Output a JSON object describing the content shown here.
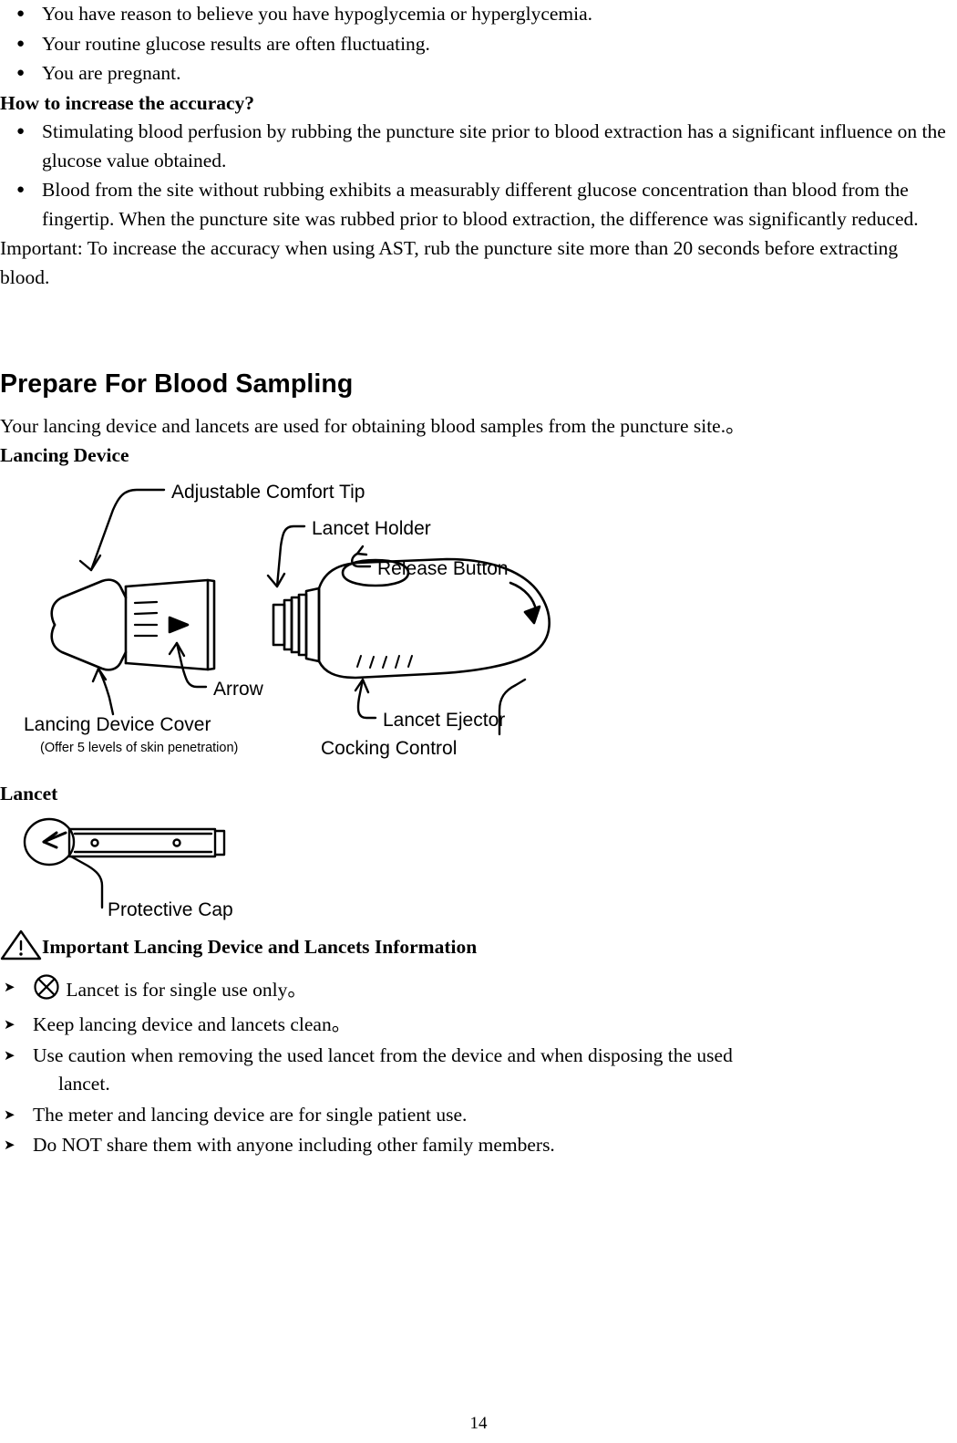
{
  "top_bullets": [
    "You have reason to believe you have hypoglycemia or hyperglycemia.",
    "Your routine glucose results are often fluctuating.",
    "You are pregnant."
  ],
  "accuracy_heading": "How to increase the accuracy?",
  "accuracy_bullets": [
    "Stimulating blood perfusion by rubbing the puncture site prior to blood extraction has a significant influence on the glucose value obtained.",
    "Blood from the site without rubbing exhibits a measurably different glucose concentration than blood from the fingertip. When the puncture site was rubbed prior to blood extraction, the difference was significantly reduced."
  ],
  "important_note": "Important: To increase the accuracy when using AST, rub the puncture site more than 20 seconds before extracting blood.",
  "section": {
    "title": "Prepare For Blood Sampling",
    "intro": "Your lancing device and lancets are used for obtaining blood samples from the puncture site.。",
    "lancing_device_label": "Lancing Device",
    "lancet_label": "Lancet"
  },
  "figure_lancing": {
    "labels": {
      "comfort_tip": "Adjustable Comfort Tip",
      "lancet_holder": "Lancet Holder",
      "release_button": "Release Button",
      "arrow": "Arrow",
      "lancet_ejector": "Lancet Ejector",
      "cover": "Lancing Device Cover",
      "cover_sub": "(Offer 5 levels of skin penetration)",
      "cocking_control": "Cocking Control"
    }
  },
  "figure_lancet": {
    "labels": {
      "protective_cap": "Protective Cap"
    }
  },
  "warning": {
    "heading": "Important Lancing Device and Lancets Information"
  },
  "warning_items": [
    "Lancet is for single use only。",
    "Keep lancing device and lancets clean。",
    "Use caution when removing the used lancet from the device and when disposing the used",
    "The meter and lancing device are for single patient use.",
    "Do NOT share them with anyone including other family members."
  ],
  "warning_item3_continuation": "lancet.",
  "page_number": "14"
}
